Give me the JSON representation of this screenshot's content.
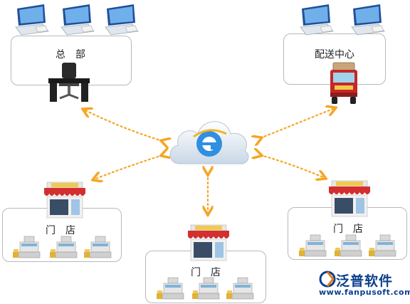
{
  "nodes": {
    "headquarters": {
      "label": "总　部"
    },
    "distribution_center": {
      "label": "配送中心"
    },
    "store_left": {
      "label": "门　店"
    },
    "store_center": {
      "label": "门　店"
    },
    "store_right": {
      "label": "门　店"
    }
  },
  "hub": {
    "icon": "internet-cloud-icon"
  },
  "brand": {
    "name": "泛普软件",
    "url": "www.fanpusoft.com"
  },
  "colors": {
    "link_arrow": "#f5a623",
    "box_border": "#b9b9b9",
    "brand": "#0b3f8c"
  }
}
